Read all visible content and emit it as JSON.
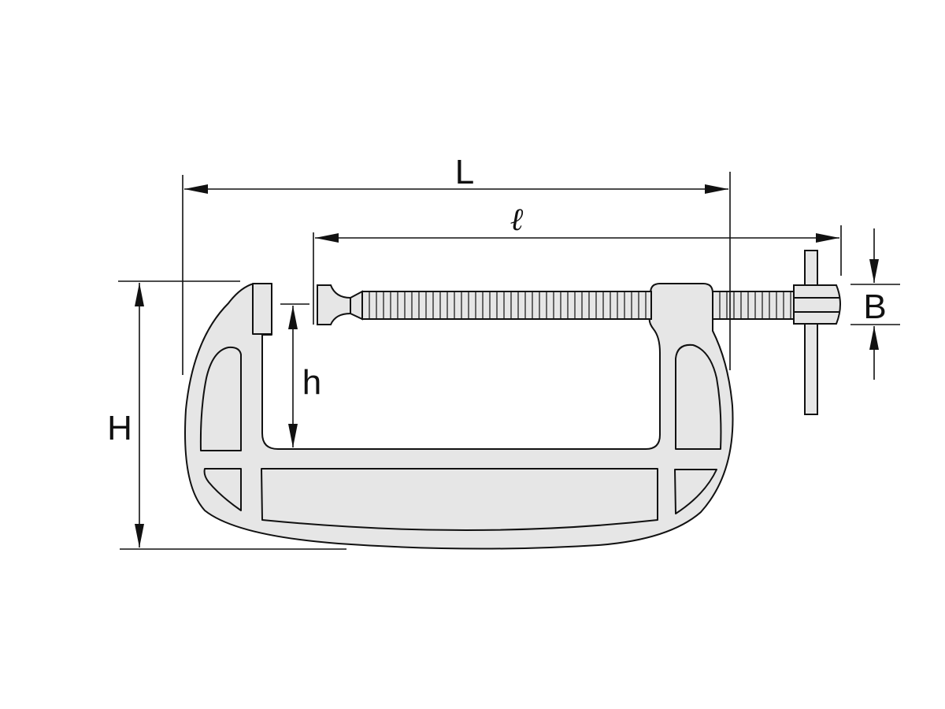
{
  "diagram": {
    "labels": {
      "overall_length": "L",
      "screw_length": "ℓ",
      "overall_height": "H",
      "throat_depth": "h",
      "screw_width": "B"
    },
    "colors": {
      "body_fill": "#e6e6e6",
      "line": "#111111",
      "background": "#ffffff"
    }
  }
}
